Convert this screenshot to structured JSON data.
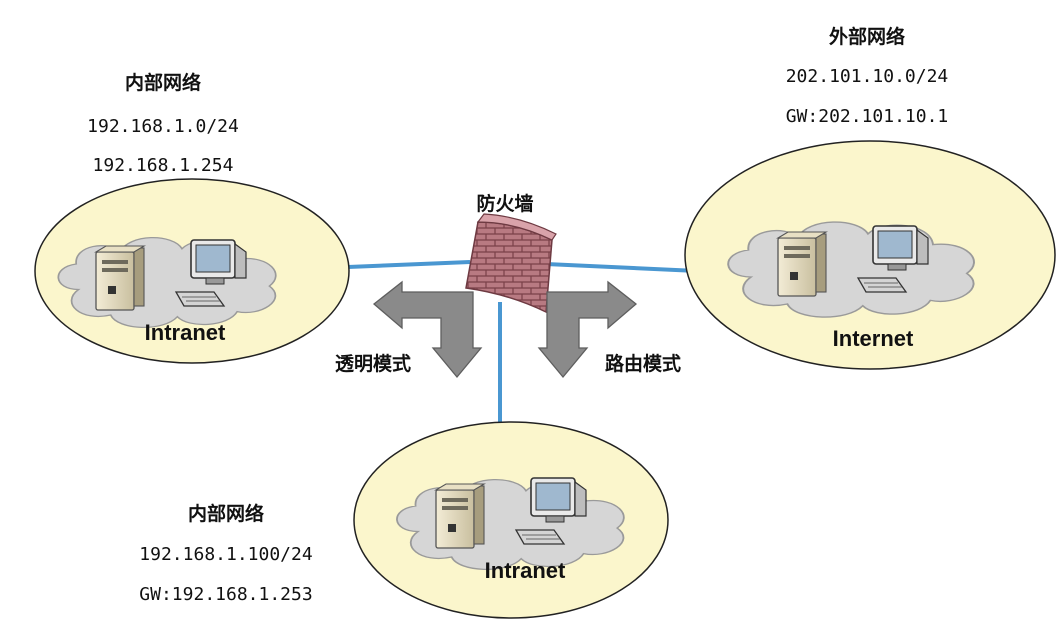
{
  "firewall": {
    "label": "防火墙"
  },
  "modes": {
    "transparent": "透明模式",
    "routing": "路由模式"
  },
  "intranet_left": {
    "title": "内部网络",
    "subnet": "192.168.1.0/24",
    "address": "192.168.1.254",
    "name": "Intranet"
  },
  "internet_right": {
    "title": "外部网络",
    "subnet": "202.101.10.0/24",
    "gateway": "GW:202.101.10.1",
    "name": "Internet"
  },
  "intranet_bottom": {
    "title": "内部网络",
    "subnet": "192.168.1.100/24",
    "gateway": "GW:192.168.1.253",
    "name": "Intranet"
  },
  "colors": {
    "zone_fill": "#fbf6cc",
    "cloud_fill": "#d6d6d6",
    "link": "#4a97d1",
    "arrow": "#8a8a8a",
    "brick": "#b87a82"
  }
}
